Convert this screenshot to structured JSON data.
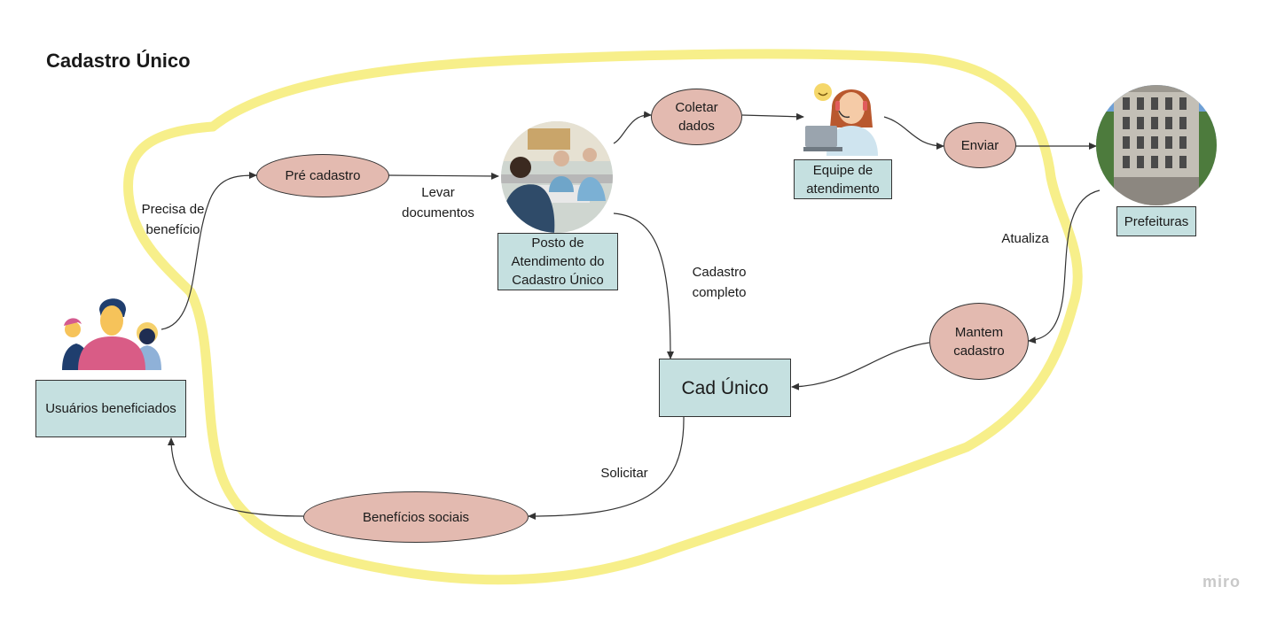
{
  "board": {
    "title": "Cadastro Único",
    "watermark": "miro",
    "highlight_color": "#f7ef8a"
  },
  "nodes": {
    "usuarios": "Usuários beneficiados",
    "pre_cadastro": "Pré cadastro",
    "posto": "Posto de Atendimento do Cadastro Único",
    "coletar": "Coletar dados",
    "equipe": "Equipe de atendimento",
    "enviar": "Enviar",
    "prefeituras": "Prefeituras",
    "mantem": "Mantem cadastro",
    "cad_unico": "Cad Único",
    "beneficios": "Benefícios sociais"
  },
  "edges": {
    "precisa": "Precisa de benefício",
    "levar": "Levar documentos",
    "cadastro_completo": "Cadastro completo",
    "atualiza": "Atualiza",
    "solicitar": "Solicitar"
  },
  "icons": {
    "users": "family-group-icon",
    "posto": "service-desk-photo",
    "equipe": "support-agent-icon",
    "prefeituras": "city-hall-photo"
  },
  "colors": {
    "box_fill": "#c5e0e0",
    "ellipse_fill": "#e3bab0",
    "stroke": "#333333"
  }
}
